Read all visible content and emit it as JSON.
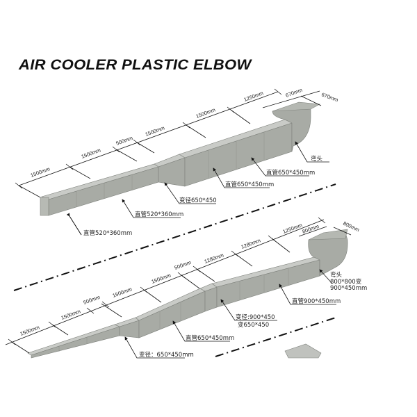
{
  "title": "AIR COOLER PLASTIC ELBOW",
  "colors": {
    "duct_side": "#a8aba5",
    "duct_top": "#c9cbc7",
    "line": "#111111"
  },
  "top_assembly": {
    "dimensions": [
      "1500mm",
      "1500mm",
      "500mm",
      "1500mm",
      "1500mm",
      "1250mm",
      "670mm",
      "670mm"
    ],
    "callouts": {
      "elbow": "弯头",
      "straight_650_a": "直管650*450mm",
      "straight_650_b": "直管650*450mm",
      "reducer": "变径650*450",
      "straight_520_a": "直管520*360mm",
      "straight_520_b": "直管520*360mm"
    }
  },
  "bottom_assembly": {
    "dimensions": [
      "1500mm",
      "1500mm",
      "500mm",
      "1500mm",
      "1500mm",
      "500mm",
      "1280mm",
      "1280mm",
      "1250mm",
      "800mm",
      "800mm"
    ],
    "callouts": {
      "elbow_line1": "弯头",
      "elbow_line2": "800*800变",
      "elbow_line3": "900*450mm",
      "straight_900": "直管900*450mm",
      "reducer_900_line1": "变径:900*450",
      "reducer_900_line2": "变650*450",
      "straight_650": "直管650*450mm",
      "reducer_650": "变径：650*450mm"
    }
  }
}
